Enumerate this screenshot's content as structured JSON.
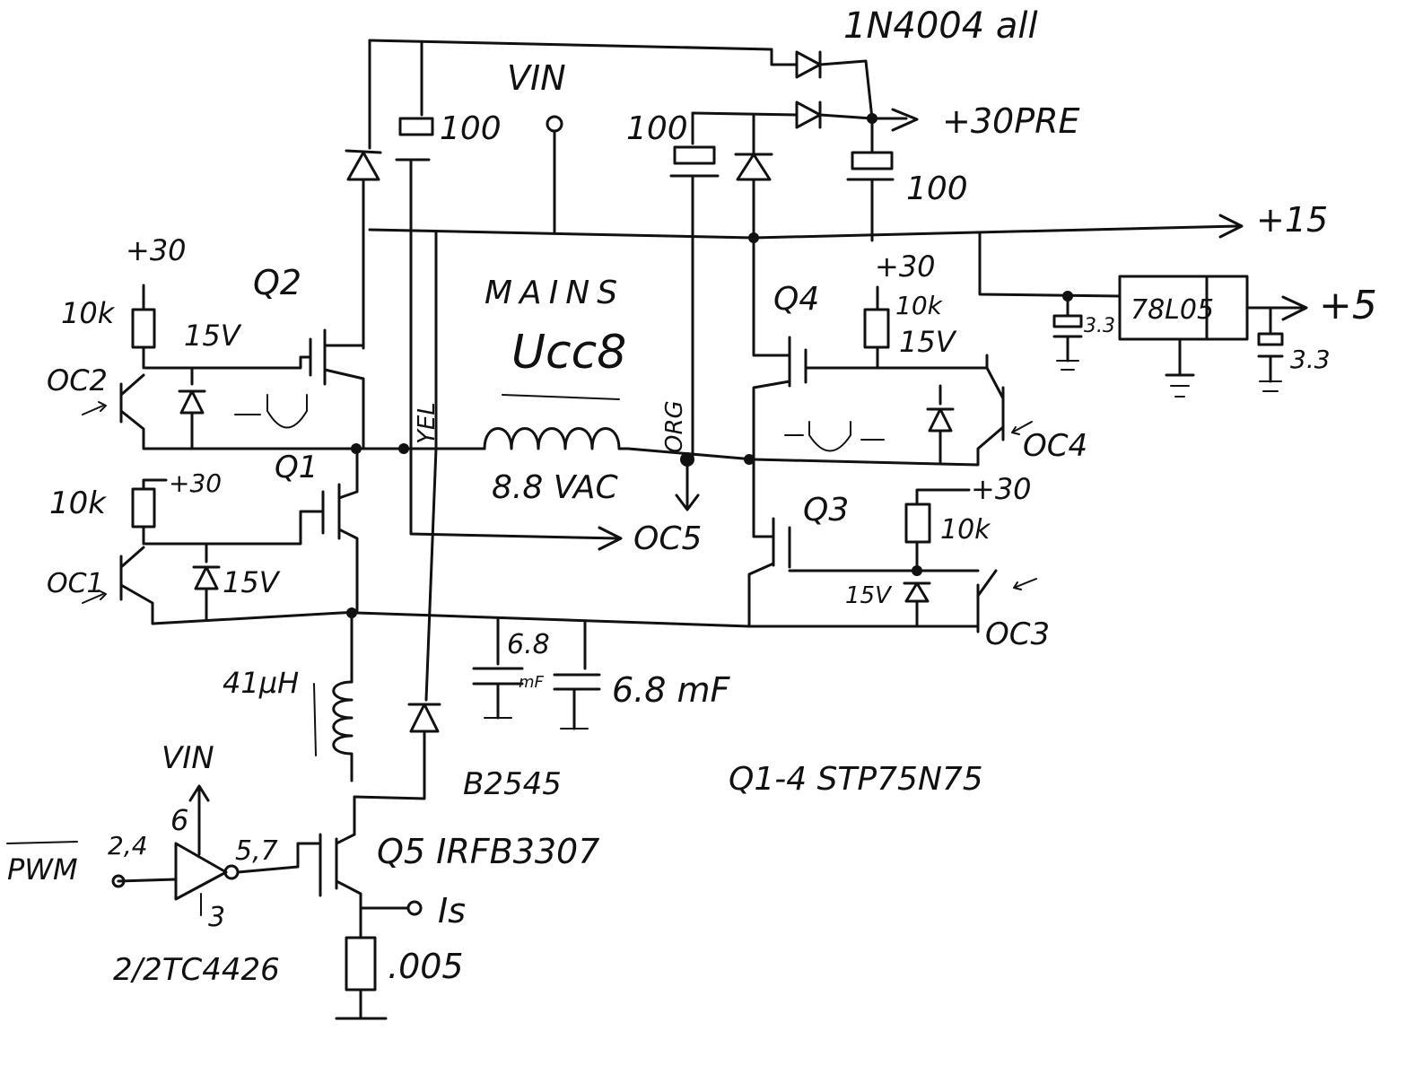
{
  "colors": {
    "ink": "#111111",
    "paper": "#ffffff"
  },
  "labels": {
    "diodes_note": "1N4004 all",
    "vin_top": "VIN",
    "cap_left_top": "100",
    "cap_mid_top": "100",
    "cap_right_top": "100",
    "out_30pre": "+30PRE",
    "out_15": "+15",
    "out_5": "+5",
    "reg": "78L05",
    "reg_in_cap": "3.3",
    "reg_out_cap": "3.3",
    "q2": "Q2",
    "q1": "Q1",
    "q3": "Q3",
    "q4": "Q4",
    "oc1": "OC1",
    "oc2": "OC2",
    "oc3": "OC3",
    "oc4": "OC4",
    "oc5": "OC5",
    "r_oc2": "10k",
    "r_oc1": "10k",
    "r_q4": "10k",
    "r_q3": "10k",
    "sup_oc2": "+30",
    "sup_oc1": "+30",
    "sup_q4": "+30",
    "sup_q3": "+30",
    "z_oc2": "15V",
    "z_oc1": "15V",
    "z_q4": "15V",
    "z_q3": "15V",
    "mains_title": "MAINS",
    "mains_script": "Ucc8",
    "ac_value": "8.8 VAC",
    "wire_yel": "YEL",
    "wire_org": "ORG",
    "cap1": "6.8",
    "cap1_unit": "mF",
    "cap2": "6.8 mF",
    "diode_b": "B2545",
    "mosfet_note": "Q1-4 STP75N75",
    "inductor": "41µH",
    "vin_bottom": "VIN",
    "pwm": "PWM",
    "pins_in": "2,4",
    "pins_out": "5,7",
    "pin_vdd": "6",
    "pin_gnd": "3",
    "driver": "2/2TC4426",
    "q5": "Q5 IRFB3307",
    "is": "Is",
    "shunt": ".005"
  }
}
